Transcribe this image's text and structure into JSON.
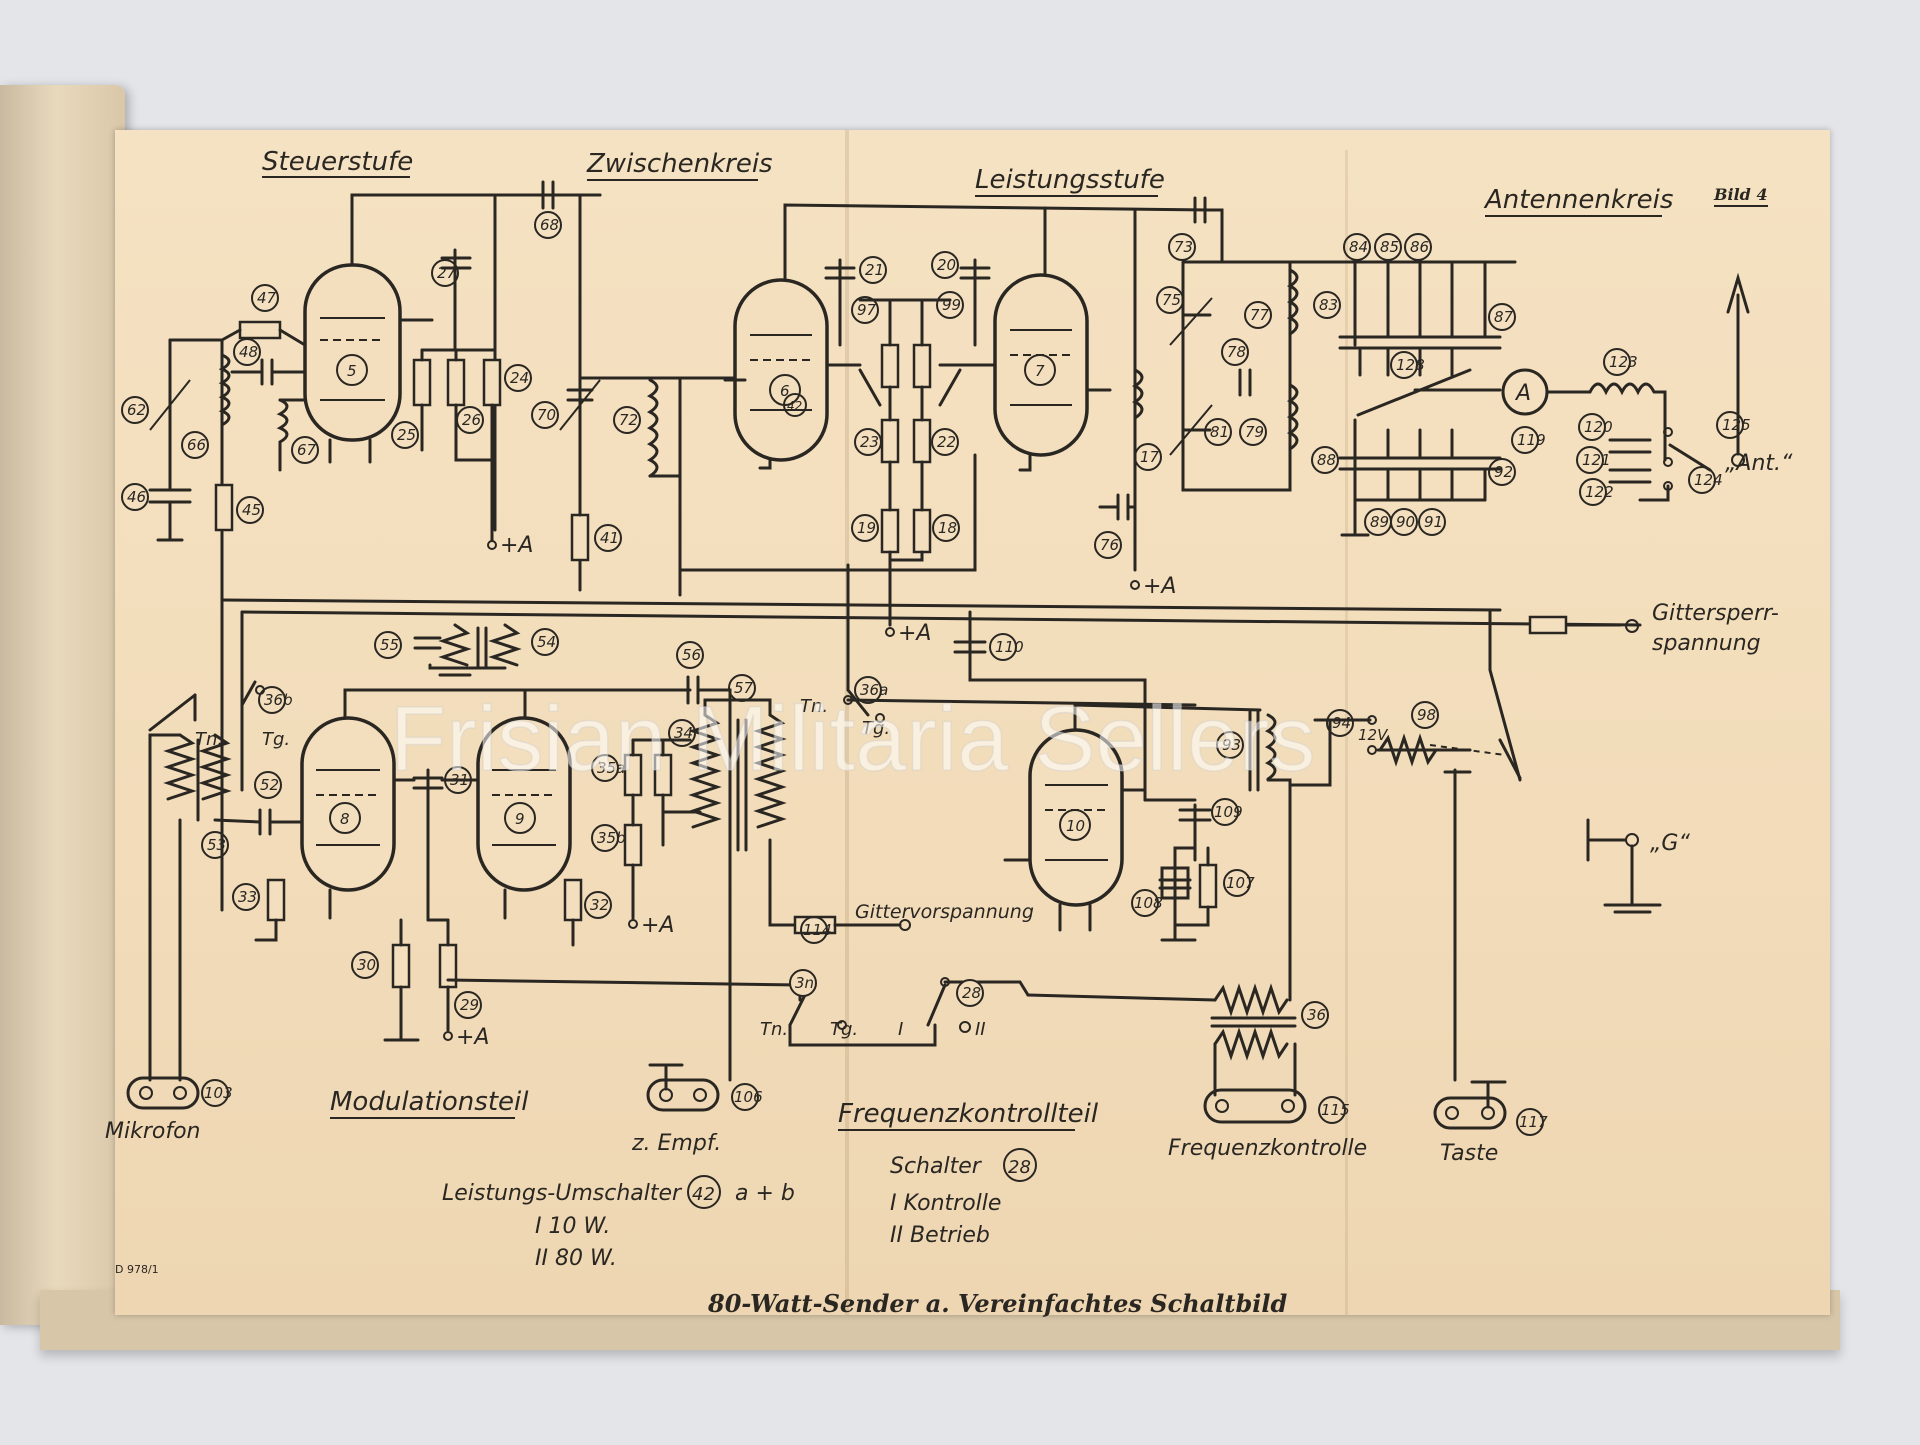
{
  "sections": {
    "steuerstufe": "Steuerstufe",
    "zwischenkreis": "Zwischenkreis",
    "leistungsstufe": "Leistungsstufe",
    "antennenkreis": "Antennenkreis",
    "modulationsteil": "Modulationsteil",
    "frequenzkontrollteil": "Frequenzkontrollteil"
  },
  "figure_label": "Bild 4",
  "caption": "80-Watt-Sender a. Vereinfachtes Schaltbild",
  "print_code": "D 978/1",
  "watermark": "Frisian Militaria Sellers",
  "tubes": [
    "5",
    "6",
    "7",
    "8",
    "9",
    "10"
  ],
  "components": [
    "27",
    "68",
    "47",
    "48",
    "62",
    "66",
    "46",
    "45",
    "25",
    "26",
    "24",
    "67",
    "70",
    "72",
    "41",
    "21",
    "20",
    "97",
    "99",
    "23",
    "22",
    "19",
    "18",
    "73",
    "75",
    "77",
    "78",
    "81",
    "79",
    "17",
    "76",
    "84",
    "85",
    "86",
    "83",
    "87",
    "128",
    "119",
    "123",
    "120",
    "121",
    "122",
    "124",
    "125",
    "88",
    "89",
    "90",
    "91",
    "92",
    "110",
    "55",
    "54",
    "56",
    "57",
    "36b",
    "36a",
    "52",
    "53",
    "31",
    "34",
    "35a",
    "35b",
    "33",
    "32",
    "30",
    "29",
    "103",
    "106",
    "93",
    "94",
    "98",
    "109",
    "108",
    "107",
    "114",
    "3n",
    "28",
    "36",
    "115",
    "117",
    "42"
  ],
  "labels": {
    "plus_a": "+A",
    "ant": "„Ant.“",
    "ground": "„G“",
    "gittersperr_1": "Gittersperr-",
    "gittersperr_2": "spannung",
    "gittervorspannung": "Gittervorspannung",
    "mikrofon": "Mikrofon",
    "empf": "z. Empf.",
    "frequenzkontrolle": "Frequenzkontrolle",
    "taste": "Taste",
    "tn": "Tn.",
    "tg": "Tg.",
    "sw_I": "I",
    "sw_II": "II",
    "volt": "12V",
    "ammeter": "A"
  },
  "legend": {
    "leistungs_title": "Leistungs-Umschalter",
    "leistungs_ref": "42",
    "leistungs_suffix": "a + b",
    "leistungs_I": "I  10 W.",
    "leistungs_II": "II  80 W.",
    "schalter_title": "Schalter",
    "schalter_ref": "28",
    "schalter_I": "I  Kontrolle",
    "schalter_II": "II  Betrieb"
  }
}
